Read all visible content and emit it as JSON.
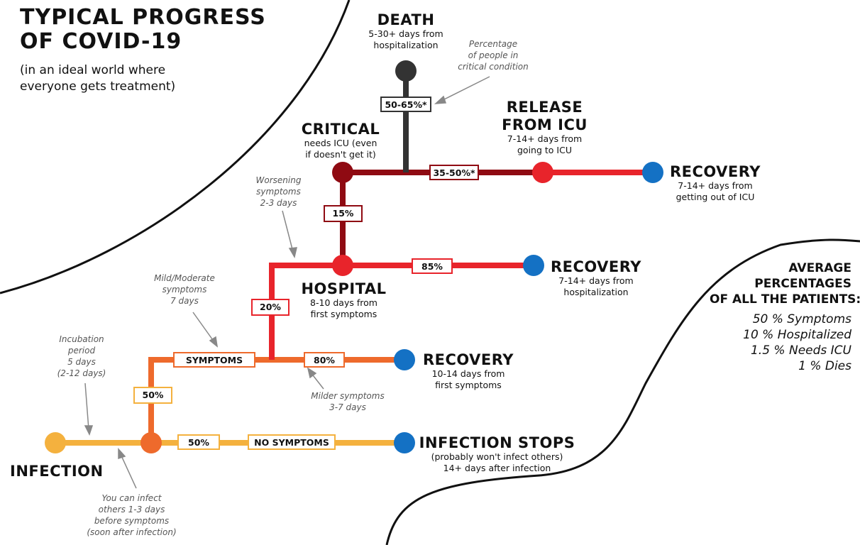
{
  "title": {
    "line1": "TYPICAL PROGRESS",
    "line2": "OF COVID-19"
  },
  "subtitle": {
    "line1": "(in an ideal world where",
    "line2": "everyone gets treatment)"
  },
  "stages": {
    "death": {
      "name": "DEATH",
      "sub1": "5-30+ days from",
      "sub2": "hospitalization"
    },
    "critical": {
      "name": "CRITICAL",
      "sub1": "needs ICU (even",
      "sub2": "if doesn't get it)"
    },
    "release_icu": {
      "name1": "RELEASE",
      "name2": "FROM ICU",
      "sub1": "7-14+ days from",
      "sub2": "going to ICU"
    },
    "recovery_icu": {
      "name": "RECOVERY",
      "sub1": "7-14+ days from",
      "sub2": "getting out of ICU"
    },
    "hospital": {
      "name": "HOSPITAL",
      "sub1": "8-10 days from",
      "sub2": "first symptoms"
    },
    "recovery_hospital": {
      "name": "RECOVERY",
      "sub1": "7-14+ days from",
      "sub2": "hospitalization"
    },
    "recovery_symptoms": {
      "name": "RECOVERY",
      "sub1": "10-14 days from",
      "sub2": "first symptoms"
    },
    "infection_stops": {
      "name": "INFECTION STOPS",
      "sub1": "(probably won't infect others)",
      "sub2": "14+ days after infection"
    },
    "infection": {
      "name": "INFECTION"
    }
  },
  "percentages": {
    "death": "50-65%*",
    "release_icu": "35-50%*",
    "critical": "15%",
    "recovery_hospital": "85%",
    "hospital": "20%",
    "recovery_symptoms": "80%",
    "symptoms": "50%",
    "no_symptoms": "50%"
  },
  "phase_labels": {
    "symptoms": "SYMPTOMS",
    "no_symptoms": "NO SYMPTOMS"
  },
  "notes": {
    "critical_pct": [
      "Percentage",
      "of people in",
      "critical condition"
    ],
    "worsening": [
      "Worsening",
      "symptoms",
      "2-3 days"
    ],
    "mild": [
      "Mild/Moderate",
      "symptoms",
      "7 days"
    ],
    "incubation": [
      "Incubation",
      "period",
      "5 days",
      "(2-12 days)"
    ],
    "milder": [
      "Milder symptoms",
      "3-7 days"
    ],
    "infect_others": [
      "You can infect",
      "others 1-3 days",
      "before symptoms",
      "(soon after infection)"
    ]
  },
  "averages": {
    "heading": [
      "AVERAGE",
      "PERCENTAGES",
      "OF ALL THE PATIENTS:"
    ],
    "items": [
      "50 % Symptoms",
      "10 % Hospitalized",
      "1.5 % Needs ICU",
      "1 % Dies"
    ]
  },
  "colors": {
    "yellow": "#f4b13e",
    "orange": "#ee6a2c",
    "red": "#e8242b",
    "darkred": "#8f0a12",
    "dark": "#333333",
    "blue": "#1471c4"
  }
}
